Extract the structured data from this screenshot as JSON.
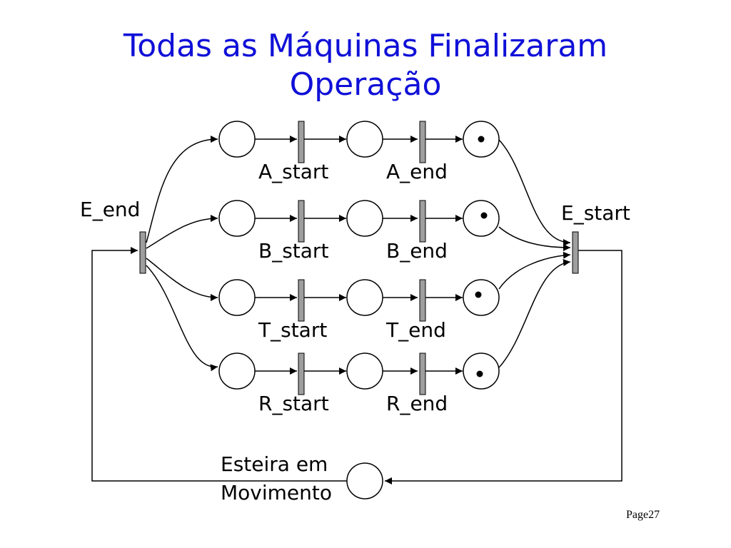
{
  "title": {
    "line1": "Todas as Máquinas Finalizaram",
    "line2": "Operação"
  },
  "labels": {
    "a_start": "A_start",
    "a_end": "A_end",
    "b_start": "B_start",
    "b_end": "B_end",
    "t_start": "T_start",
    "t_end": "T_end",
    "r_start": "R_start",
    "r_end": "R_end",
    "e_end": "E_end",
    "e_start": "E_start",
    "conveyor_line1": "Esteira em",
    "conveyor_line2": "Movimento"
  },
  "colors": {
    "title": "#1010d8",
    "transition": "#9e9e9e"
  },
  "page_label": "Page27"
}
